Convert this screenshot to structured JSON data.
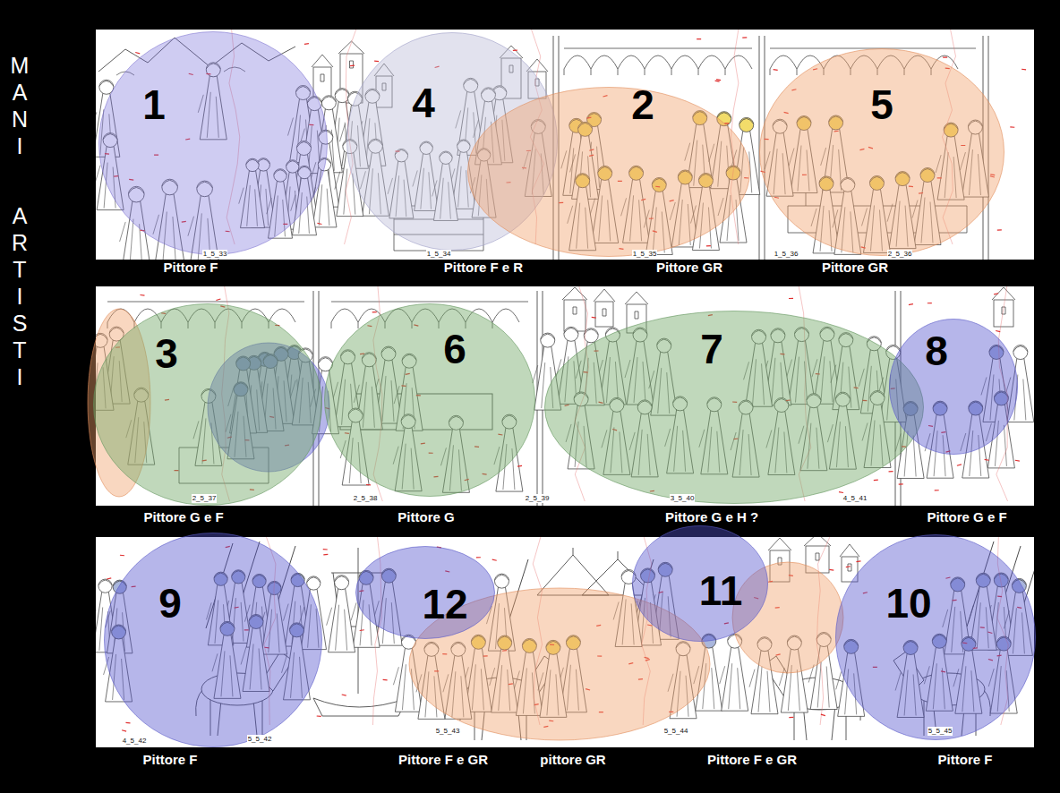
{
  "diagram": {
    "nodes": [
      {
        "text": [
          "1"
        ]
      },
      {
        "text": [
          "4"
        ]
      },
      {
        "text": [
          "2"
        ]
      },
      {
        "text": [
          "5"
        ]
      },
      {
        "text": [
          "3"
        ]
      },
      {
        "text": [
          "6"
        ]
      },
      {
        "text": [
          "7"
        ]
      },
      {
        "text": [
          "8"
        ]
      },
      {
        "text": [
          "9"
        ]
      },
      {
        "text": [
          "12"
        ]
      },
      {
        "text": [
          "11"
        ]
      },
      {
        "text": [
          "10"
        ]
      }
    ],
    "labels": [
      "MANI",
      "ARTISTI",
      "Pittore F",
      "Pittore F e R",
      "Pittore GR",
      "Pittore GR",
      "Pittore G e F",
      "Pittore G",
      "Pittore G e H ?",
      "Pittore G e F",
      "Pittore F",
      "Pittore F e GR",
      "pittore GR",
      "Pittore F e GR",
      "Pittore F",
      "1_5_33",
      "1_5_34",
      "1_5_35",
      "1_5_36",
      "2_5_36",
      "2_5_37",
      "2_5_38",
      "2_5_39",
      "3_5_40",
      "4_5_41",
      "4_5_42",
      "5_5_42",
      "5_5_43",
      "5_5_44",
      "5_5_45"
    ]
  }
}
